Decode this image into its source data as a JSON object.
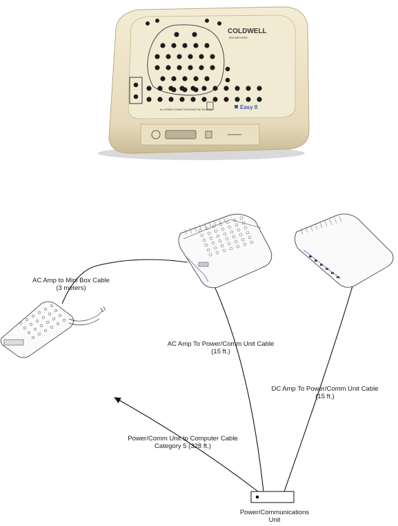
{
  "photo": {
    "brand_text": "COLDWELL",
    "brand_sub": "EEG AMPLIFIER",
    "model_text": "Easy II",
    "warning_text": "ALL PATIENT CONNECTIONS MUST BE ISOLATED",
    "colors": {
      "case": "#ede3c6",
      "case_shade": "#d4c7a3",
      "panel": "#f3ecd6",
      "socket": "#1c1c1c",
      "logo_blue": "#3a5aa8"
    }
  },
  "labels": {
    "mini_box_cable": [
      "AC Amp to Mini Box Cable",
      "(3 meters)"
    ],
    "ac_to_power": [
      "AC Amp To Power/Comm Unit Cable",
      "(15 ft.)"
    ],
    "dc_to_power": [
      "DC Amp To Power/Comm Unit Cable",
      "(15 ft.)"
    ],
    "power_to_computer": [
      "Power/Comm Unit to Computer Cable",
      "Category 5 (328 ft.)"
    ],
    "power_unit": [
      "Power/Communications",
      "Unit"
    ]
  },
  "colors": {
    "line": "#111111",
    "device_outline": "#555555",
    "device_fill": "#fafafa",
    "accent": "#5b6fbf"
  }
}
